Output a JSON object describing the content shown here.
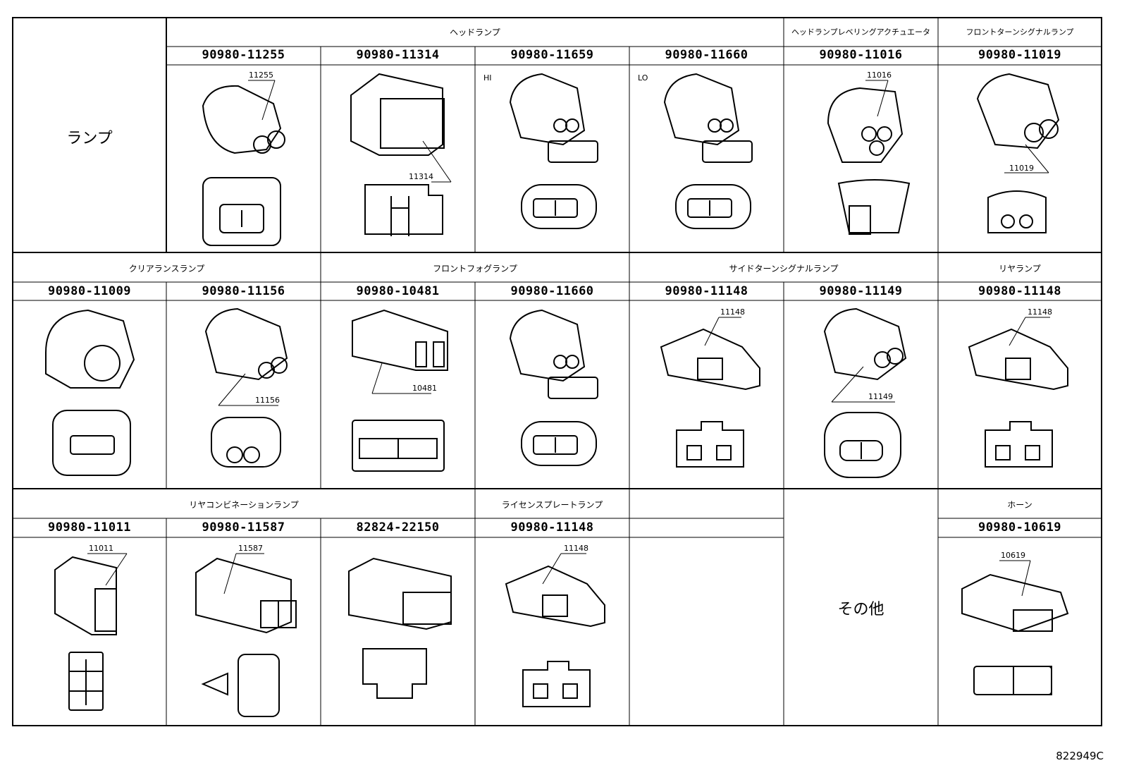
{
  "section_lamp": "ランプ",
  "section_other": "その他",
  "doc_id": "822949C",
  "row1": {
    "groups": {
      "headlamp": "ヘッドランプ",
      "leveling": "ヘッドランプレベリングアクチュエータ",
      "front_turn": "フロントターンシグナルランプ"
    },
    "parts": [
      "90980-11255",
      "90980-11314",
      "90980-11659",
      "90980-11660",
      "90980-11016",
      "90980-11019"
    ],
    "tags": [
      "11255",
      "11314",
      "11016",
      "11019"
    ],
    "hi": "HI",
    "lo": "LO"
  },
  "row2": {
    "groups": {
      "clearance": "クリアランスランプ",
      "fog": "フロントフォグランプ",
      "side_turn": "サイドターンシグナルランプ",
      "rear": "リヤランプ"
    },
    "parts": [
      "90980-11009",
      "90980-11156",
      "90980-10481",
      "90980-11660",
      "90980-11148",
      "90980-11149",
      "90980-11148"
    ],
    "tags": [
      "11156",
      "10481",
      "11148",
      "11149",
      "11148"
    ]
  },
  "row3": {
    "groups": {
      "rear_combo": "リヤコンビネーションランプ",
      "license": "ライセンスプレートランプ",
      "horn": "ホーン"
    },
    "parts": [
      "90980-11011",
      "90980-11587",
      "82824-22150",
      "90980-11148",
      "90980-10619"
    ],
    "tags": [
      "11011",
      "11587",
      "11148",
      "10619"
    ]
  }
}
